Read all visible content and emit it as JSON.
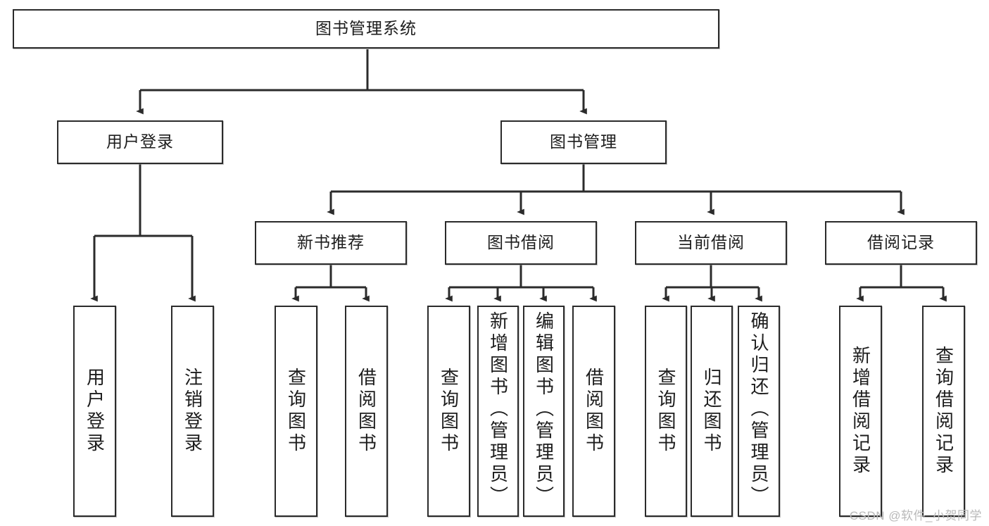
{
  "diagram": {
    "title": "图书管理系统",
    "watermark": "CSDN @软件_小贺同学",
    "colors": {
      "line": "#2b2b2b",
      "box_border": "#2b2b2b",
      "box_fill": "#ffffff",
      "text": "#1d1d1d",
      "watermark": "#b9b9b9"
    },
    "nodes": {
      "root": "图书管理系统",
      "level1": [
        {
          "id": "user-login",
          "label": "用户登录"
        },
        {
          "id": "book-manage",
          "label": "图书管理"
        }
      ],
      "level2": [
        {
          "id": "new-book-recommend",
          "label": "新书推荐"
        },
        {
          "id": "book-borrow",
          "label": "图书借阅"
        },
        {
          "id": "current-borrow",
          "label": "当前借阅"
        },
        {
          "id": "borrow-record",
          "label": "借阅记录"
        }
      ],
      "leaves": {
        "user_login": [
          {
            "id": "leaf-user-login",
            "label": "用户登录"
          },
          {
            "id": "leaf-logout-login",
            "label": "注销登录"
          }
        ],
        "new_book_recommend": [
          {
            "id": "leaf-query-book-1",
            "label": "查询图书"
          },
          {
            "id": "leaf-borrow-book-1",
            "label": "借阅图书"
          }
        ],
        "book_borrow": [
          {
            "id": "leaf-query-book-2",
            "label": "查询图书"
          },
          {
            "id": "leaf-add-book-admin",
            "label": "新增图书（管理员）"
          },
          {
            "id": "leaf-edit-book-admin",
            "label": "编辑图书（管理员）"
          },
          {
            "id": "leaf-borrow-book-2",
            "label": "借阅图书"
          }
        ],
        "current_borrow": [
          {
            "id": "leaf-query-book-3",
            "label": "查询图书"
          },
          {
            "id": "leaf-return-book",
            "label": "归还图书"
          },
          {
            "id": "leaf-confirm-return-admin",
            "label": "确认归还（管理员）"
          }
        ],
        "borrow_record": [
          {
            "id": "leaf-add-borrow-record",
            "label": "新增借阅记录"
          },
          {
            "id": "leaf-query-borrow-record",
            "label": "查询借阅记录"
          }
        ]
      }
    }
  }
}
